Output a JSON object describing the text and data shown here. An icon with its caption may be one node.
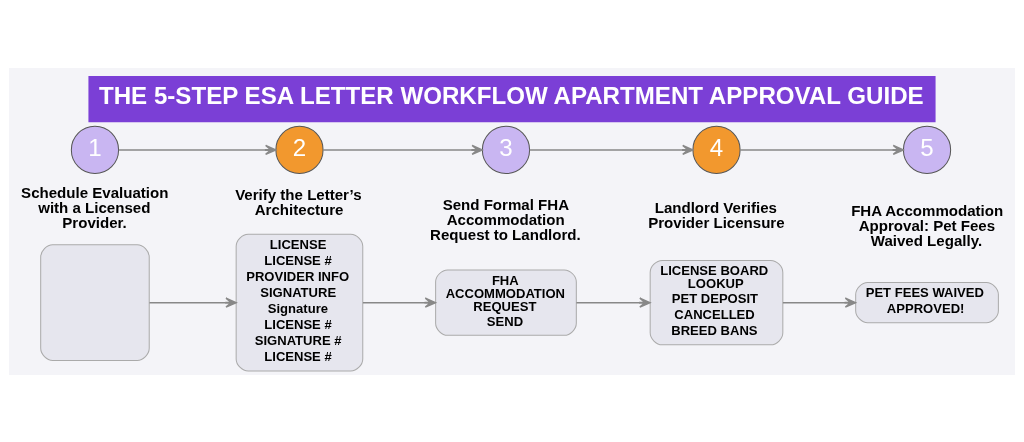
{
  "diagram": {
    "title": "THE 5-STEP ESA LETTER WORKFLOW APARTMENT APPROVAL GUIDE",
    "nodes": [
      {
        "text": [
          "1"
        ],
        "beside": [
          "Schedule Evaluation with a Licensed Provider."
        ]
      },
      {
        "text": [
          "2"
        ],
        "beside": [
          "Verify the Letter’s Architecture"
        ]
      },
      {
        "text": [
          "3"
        ],
        "beside": [
          "Send Formal FHA Accommodation Request to Landlord."
        ]
      },
      {
        "text": [
          "4"
        ],
        "beside": [
          "Landlord Verifies Provider Licensure"
        ]
      },
      {
        "text": [
          "5"
        ],
        "beside": [
          "FHA Accommodation Approval: Pet Fees Waived Legally."
        ]
      },
      {
        "text": [],
        "shape": "box"
      },
      {
        "text": [
          "LICENSE",
          "LICENSE #",
          "PROVIDER INFO",
          "SIGNATURE",
          "Signature",
          "LICENSE #",
          "SIGNATURE #",
          "LICENSE #"
        ]
      },
      {
        "text": [
          "FHA ACCOMMODATION REQUEST",
          "SEND"
        ]
      },
      {
        "text": [
          "LICENSE BOARD LOOKUP",
          "PET DEPOSIT",
          "CANCELLED",
          "BREED BANS"
        ]
      },
      {
        "text": [
          "PET FEES WAIVED",
          "APPROVED!"
        ]
      }
    ],
    "edges": [
      {
        "from": 0,
        "to": 1,
        "arrow": "to"
      },
      {
        "from": 1,
        "to": 2,
        "arrow": "to"
      },
      {
        "from": 2,
        "to": 3,
        "arrow": "to"
      },
      {
        "from": 3,
        "to": 4,
        "arrow": "to"
      },
      {
        "from": 5,
        "to": 6,
        "arrow": "to"
      },
      {
        "from": 6,
        "to": 7,
        "arrow": "to"
      },
      {
        "from": 7,
        "to": 8,
        "arrow": "to"
      },
      {
        "from": 8,
        "to": 9,
        "arrow": "to"
      }
    ]
  }
}
